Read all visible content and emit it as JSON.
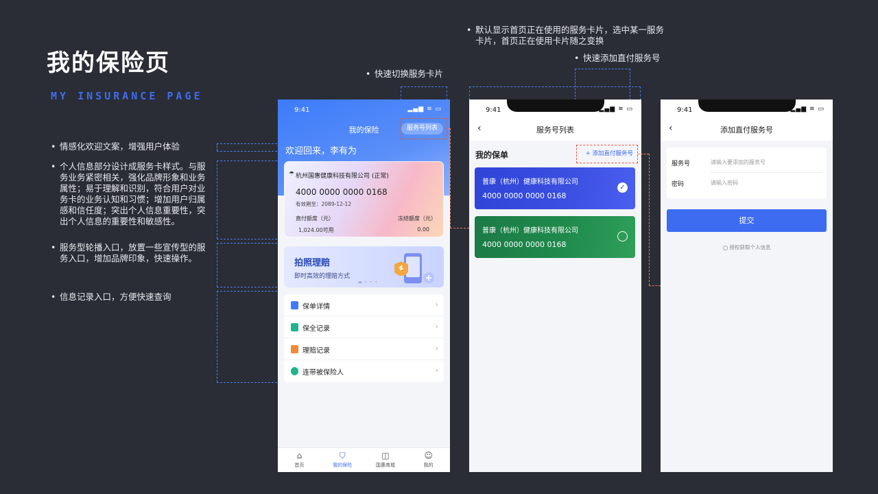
{
  "slide": {
    "title": "我的保险页",
    "subtitle": "MY INSURANCE PAGE",
    "bullets": [
      "情感化欢迎文案，增强用户体验",
      "个人信息部分设计成服务卡样式。与服务业务紧密相关，强化品牌形象和业务属性；易于理解和识别，符合用户对业务卡的业务认知和习惯；增加用户归属感和信任度；突出个人信息重要性，突出个人信息的重要性和敏感性。",
      "服务型轮播入口，放置一些宣传型的服务入口，增加品牌印象，快速操作。",
      "信息记录入口，方便快速查询"
    ],
    "notes": {
      "switch_card": "快速切换服务卡片",
      "default_card": "默认显示首页正在使用的服务卡片，选中某一服务卡片，首页正在使用卡片随之变换",
      "quick_add": "快速添加直付服务号"
    }
  },
  "phone1": {
    "time": "9:41",
    "status_icons": "▂▄▆ ≋ ▭",
    "title": "我的保险",
    "service_list_btn": "服务号列表",
    "welcome": "欢迎回来，李有为",
    "card": {
      "company": "杭州国惠健康科技有限公司 (正常)",
      "number": "4000 0000 0000 0168",
      "valid": "有效期至：2089-12-12",
      "direct_label": "直付额度（元）",
      "frozen_label": "冻结额度（元）",
      "direct_value": "1,024.00可用",
      "frozen_value": "0.00"
    },
    "banner": {
      "title": "拍照理赔",
      "subtitle": "即时高效的理赔方式",
      "dots": "▬ • • •"
    },
    "menu": [
      {
        "label": "保单详情",
        "color": "#3d7bfa"
      },
      {
        "label": "保全记录",
        "color": "#1fb58a"
      },
      {
        "label": "理赔记录",
        "color": "#f08a3a"
      },
      {
        "label": "连带被保险人",
        "color": "#1fb58a"
      }
    ],
    "tabs": [
      {
        "label": "首页",
        "icon": "⌂"
      },
      {
        "label": "我的保险",
        "icon": "⛉"
      },
      {
        "label": "国惠商城",
        "icon": "◫"
      },
      {
        "label": "我的",
        "icon": "☺"
      }
    ]
  },
  "phone2": {
    "time": "9:41",
    "title": "服务号列表",
    "section": "我的保单",
    "add_btn": "+ 添加直付服务号",
    "cards": [
      {
        "company": "普康（杭州）健康科技有限公司",
        "number": "4000 0000 0000 0168",
        "selected": true
      },
      {
        "company": "普康（杭州）健康科技有限公司",
        "number": "4000 0000 0000 0168",
        "selected": false
      }
    ],
    "colors": {
      "card1": "#2f45d8",
      "card2": "#1c7a45"
    }
  },
  "phone3": {
    "time": "9:41",
    "title": "添加直付服务号",
    "fields": [
      {
        "label": "服务号",
        "placeholder": "请输入要添加的服务号"
      },
      {
        "label": "密码",
        "placeholder": "请输入密码"
      }
    ],
    "submit": "提交",
    "auth": "授权获取个人信息"
  }
}
